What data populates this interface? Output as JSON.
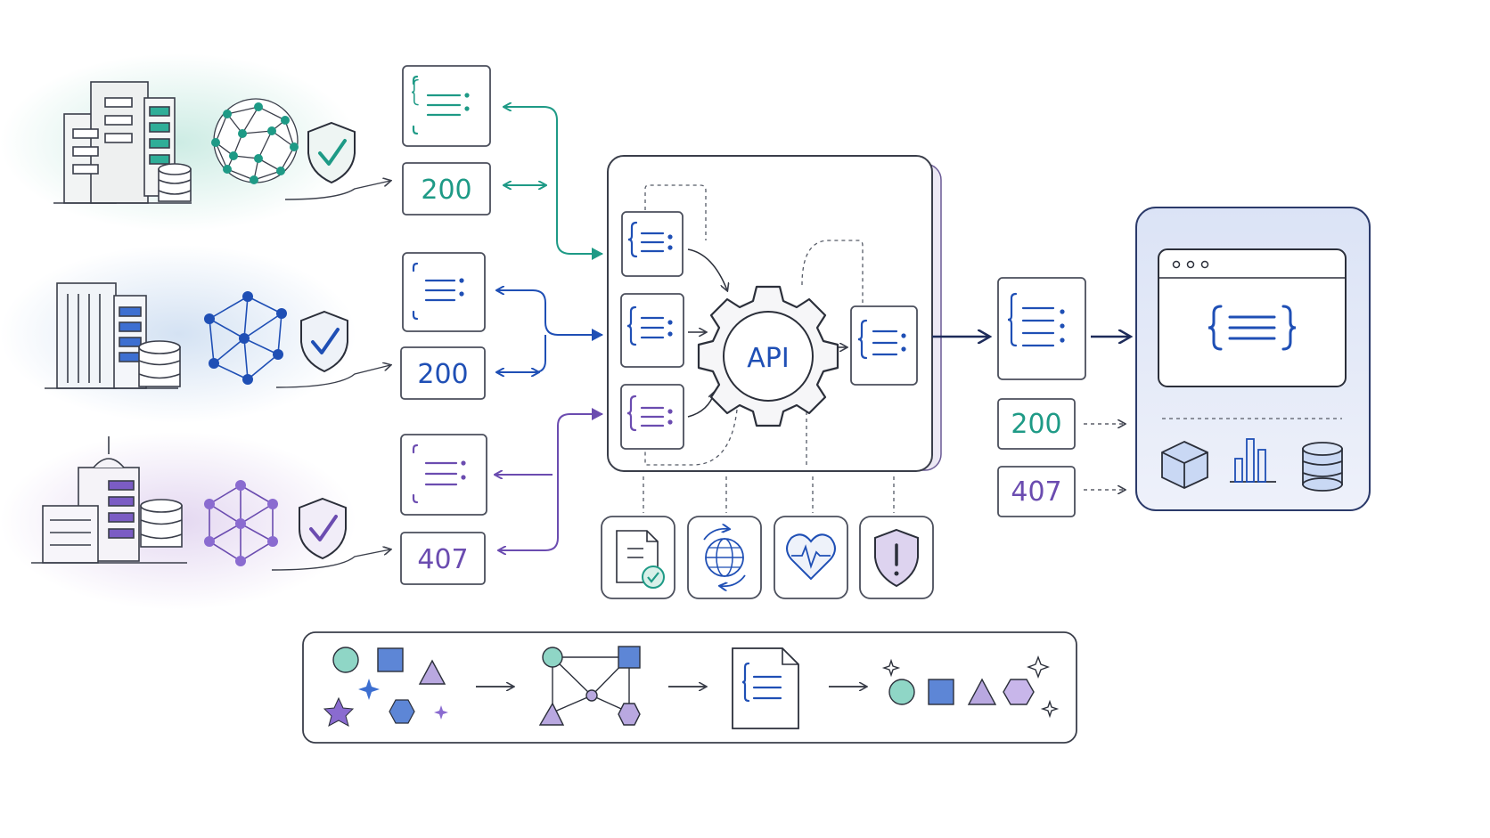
{
  "colors": {
    "teal": "#1e9a86",
    "blue": "#1f4fb5",
    "purple": "#6b4cb0",
    "ink": "#2b2f3a",
    "outline": "#4b4f5c",
    "teal_wash": "#d6f0ea",
    "blue_wash": "#dce7f5",
    "purple_wash": "#e8dff3"
  },
  "clients": [
    {
      "color": "teal",
      "icons": [
        "office-building-icon",
        "database-icon",
        "network-globe-icon",
        "shield-check-icon"
      ],
      "status": "200"
    },
    {
      "color": "blue",
      "icons": [
        "office-building-icon",
        "database-icon",
        "network-mesh-icon",
        "shield-check-icon"
      ],
      "status": "200"
    },
    {
      "color": "purple",
      "icons": [
        "office-building-icon",
        "database-icon",
        "network-cube-icon",
        "shield-check-icon"
      ],
      "status": "407"
    }
  ],
  "gateway": {
    "label": "API",
    "icons": [
      "json-document-icon",
      "gear-icon"
    ],
    "services": [
      "document-validate-icon",
      "globe-sync-icon",
      "heart-pulse-icon",
      "shield-alert-icon"
    ]
  },
  "output": {
    "statuses": [
      "200",
      "407"
    ]
  },
  "dashboard": {
    "icons": [
      "browser-window-icon",
      "json-braces-icon",
      "cube-icon",
      "bar-chart-icon",
      "database-icon"
    ]
  },
  "pipeline": {
    "icons": [
      "mixed-shapes-icon",
      "shape-graph-icon",
      "json-document-icon",
      "sorted-shapes-icon"
    ]
  }
}
